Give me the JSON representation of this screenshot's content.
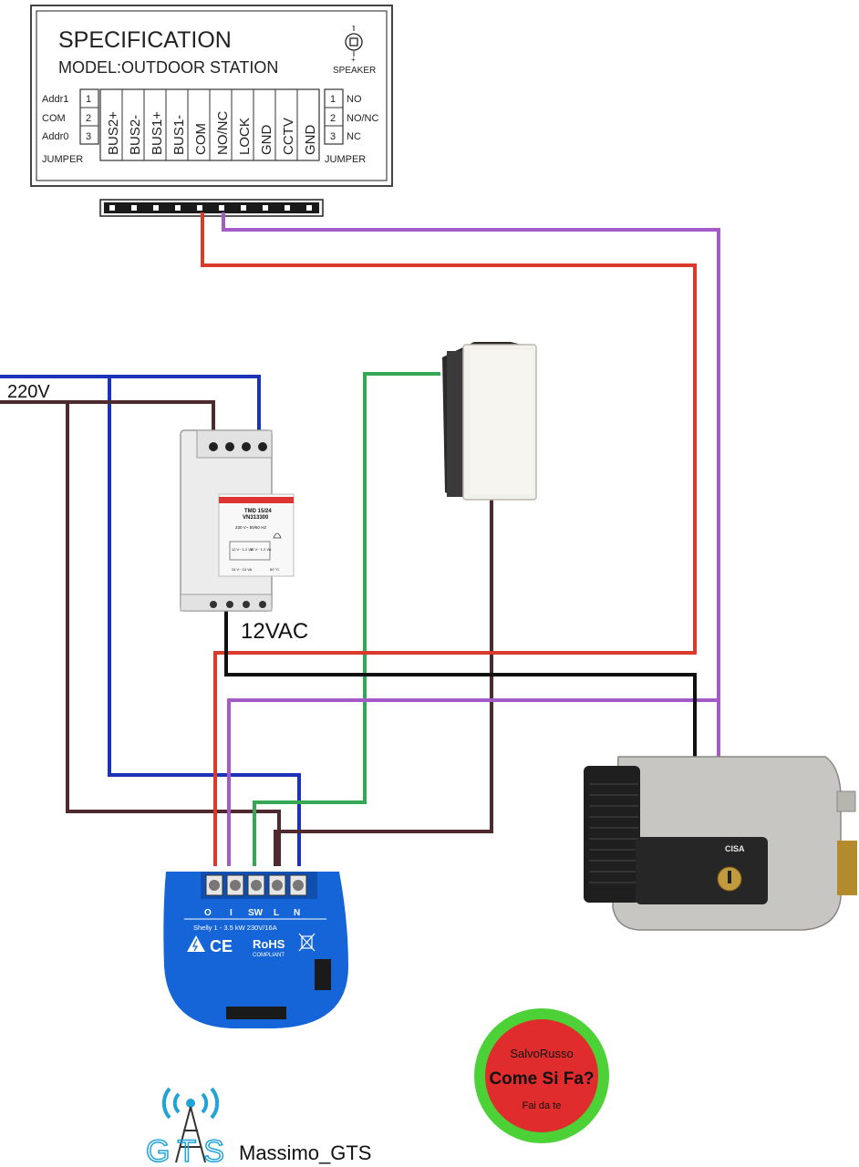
{
  "spec_panel": {
    "title": "SPECIFICATION",
    "model": "MODEL:OUTDOOR STATION",
    "speaker_label": "SPEAKER",
    "left_jumper": {
      "rows": [
        {
          "name": "Addr1",
          "num": "1"
        },
        {
          "name": "COM",
          "num": "2"
        },
        {
          "name": "Addr0",
          "num": "3"
        }
      ],
      "label": "JUMPER"
    },
    "terminals": [
      "BUS2+",
      "BUS2-",
      "BUS1+",
      "BUS1-",
      "COM",
      "NO/NC",
      "LOCK",
      "GND",
      "CCTV",
      "GND"
    ],
    "right_jumper": {
      "rows": [
        {
          "num": "1",
          "name": "NO"
        },
        {
          "num": "2",
          "name": "NO/NC"
        },
        {
          "num": "3",
          "name": "NC"
        }
      ],
      "label": "JUMPER"
    }
  },
  "labels": {
    "mains": "220V",
    "low_voltage": "12VAC"
  },
  "transformer": {
    "model": "TMD 15/24",
    "code": "VN313300",
    "in_rating": "230 V~ 50/60 HZ",
    "out_a": "12 V~ 1.2 VA",
    "out_b": "12 V~ 1.2 VA",
    "out_c": "24 V~ 15 VA",
    "temp": "60 °C"
  },
  "shelly": {
    "terminals": [
      "O",
      "I",
      "SW",
      "L",
      "N"
    ],
    "rating": "Shelly 1 - 3.5 kW 230V/16A",
    "rohs": "RoHS",
    "compliant": "COMPLIANT",
    "ce": "CE"
  },
  "lock": {
    "brand": "CISA"
  },
  "badge": {
    "top": "SalvoRusso",
    "middle": "Come Si Fa?",
    "bottom": "Fai da te"
  },
  "credit": {
    "logo_text": "GTS",
    "author": "Massimo_GTS"
  },
  "colors": {
    "red_wire": "#d93a2b",
    "purple_wire": "#a45bc7",
    "blue_wire": "#1c33b8",
    "brown_wire": "#4e2a2f",
    "green_wire": "#34a853",
    "black_wire": "#111111",
    "shelly_blue": "#1565d8",
    "badge_green": "#4cd137",
    "badge_red": "#e02c2c"
  }
}
